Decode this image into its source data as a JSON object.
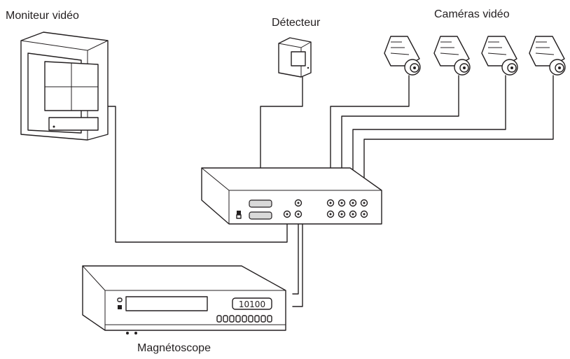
{
  "labels": {
    "monitor": "Moniteur vidéo",
    "detector": "Détecteur",
    "cameras": "Caméras vidéo",
    "vcr": "Magnétoscope"
  },
  "vcr_display": "10100"
}
